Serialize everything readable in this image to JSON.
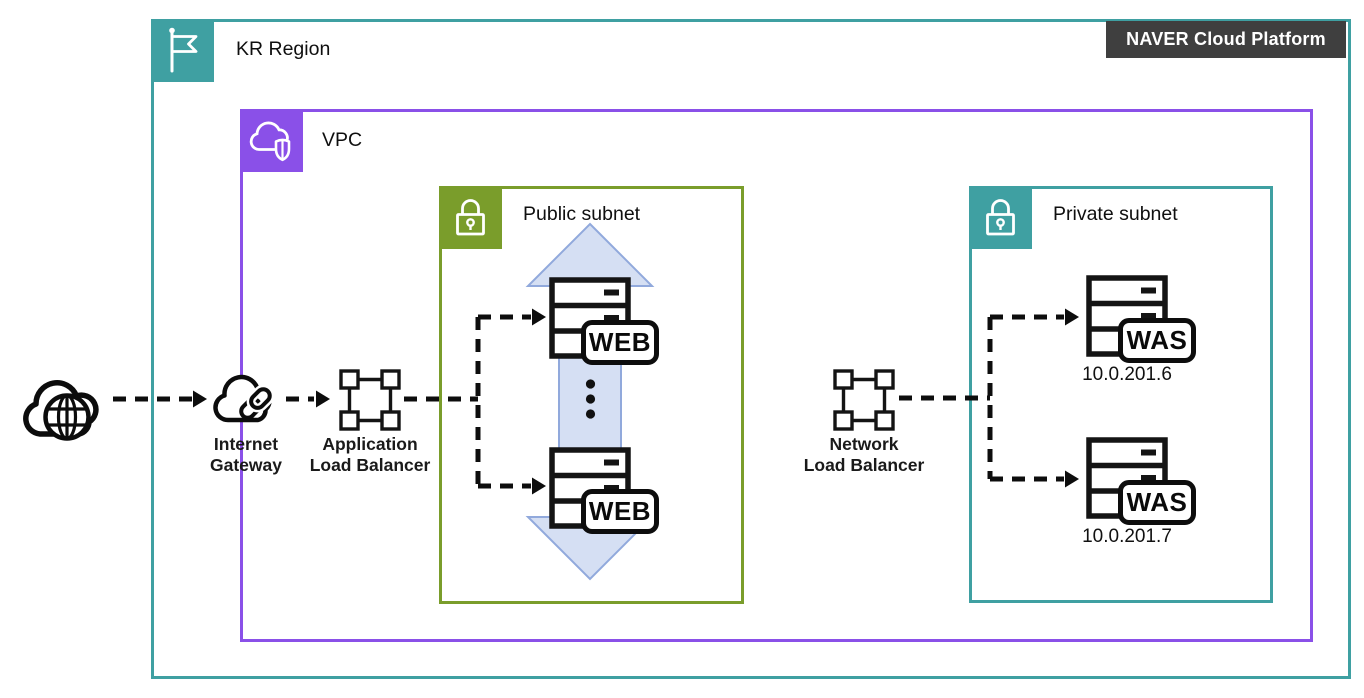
{
  "colors": {
    "region_teal": "#3FA0A2",
    "vpc_purple": "#8A50E8",
    "public_olive": "#7A9D2B",
    "private_teal": "#3FA0A2",
    "badge_dark": "#3F3F3F",
    "arrow_blue_fill": "#D5DFF3",
    "arrow_blue_stroke": "#91A9DC",
    "line_black": "#0d0d0d"
  },
  "platform_badge": {
    "label": "NAVER Cloud Platform"
  },
  "region": {
    "label": "KR Region"
  },
  "vpc": {
    "label": "VPC"
  },
  "public_subnet": {
    "label": "Public subnet"
  },
  "private_subnet": {
    "label": "Private subnet"
  },
  "internet_gateway": {
    "line1": "Internet",
    "line2": "Gateway"
  },
  "app_lb": {
    "line1": "Application",
    "line2": "Load Balancer"
  },
  "network_lb": {
    "line1": "Network",
    "line2": "Load Balancer"
  },
  "servers": {
    "web_top": {
      "badge": "WEB"
    },
    "web_bottom": {
      "badge": "WEB"
    },
    "was_top": {
      "badge": "WAS",
      "ip": "10.0.201.6"
    },
    "was_bottom": {
      "badge": "WAS",
      "ip": "10.0.201.7"
    }
  },
  "icons": {
    "region": "flag-icon",
    "vpc": "cloud-shield-icon",
    "public_subnet": "lock-icon",
    "private_subnet": "lock-icon",
    "internet": "globe-cloud-icon",
    "internet_gateway": "cloud-link-icon",
    "load_balancer": "load-balancer-icon",
    "server": "server-icon"
  }
}
